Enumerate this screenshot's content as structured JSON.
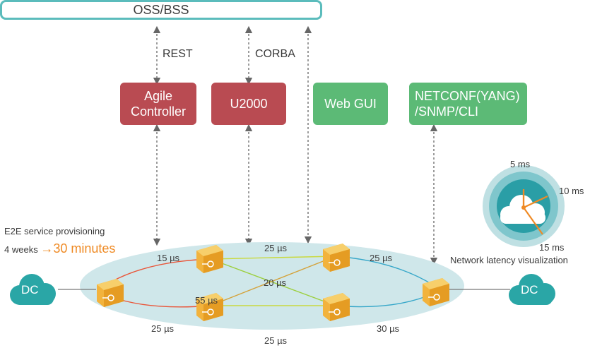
{
  "oss_bss": "OSS/BSS",
  "protocols": {
    "rest": "REST",
    "corba": "CORBA"
  },
  "systems": {
    "agile_controller": {
      "line1": "Agile",
      "line2": "Controller"
    },
    "u2000": "U2000",
    "web_gui": "Web GUI",
    "netconf": {
      "line1": "NETCONF(YANG)",
      "line2": "/SNMP/CLI"
    }
  },
  "provisioning": {
    "title": "E2E service provisioning",
    "before": "4 weeks",
    "arrow": "→",
    "after": "30 minutes"
  },
  "dc_left": "DC",
  "dc_right": "DC",
  "latencies": {
    "top_left": "15 µs",
    "top": "25 µs",
    "top_right": "25 µs",
    "center": "20 µs",
    "middle": "55 µs",
    "bottom_left": "25 µs",
    "bottom_right": "30 µs",
    "bottom": "25 µs"
  },
  "gauge": {
    "t5": "5 ms",
    "t10": "10 ms",
    "t15": "15 ms",
    "caption": "Network latency visualization"
  },
  "colors": {
    "teal": "#5bbcbc",
    "red": "#b94b52",
    "green": "#5cba76",
    "orange": "#ef8a24",
    "ellipse": "#cfe7ea",
    "router": "#f2b33d"
  }
}
